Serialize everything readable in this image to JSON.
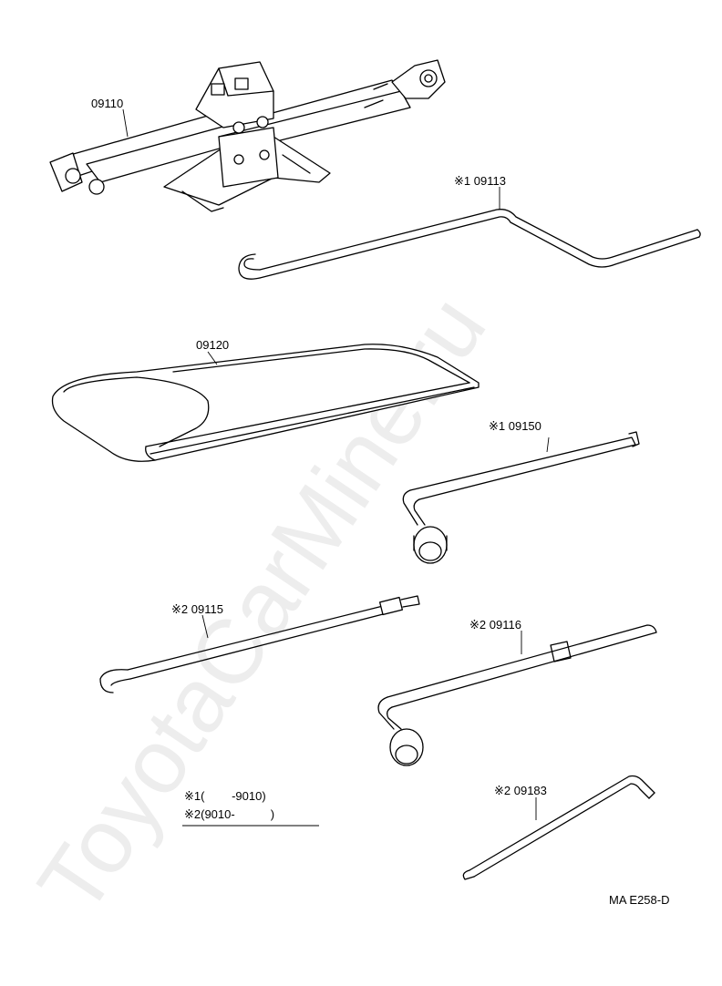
{
  "parts": {
    "jack": {
      "label": "09110"
    },
    "jack_handle": {
      "label": "※1 09113"
    },
    "tool_bag": {
      "label": "09120"
    },
    "wrench_1": {
      "label": "※1 09150"
    },
    "jack_handle_2": {
      "label": "※2 09115"
    },
    "wrench_2": {
      "label": "※2 09116"
    },
    "hub_cap_remover": {
      "label": "※2 09183"
    }
  },
  "legend": {
    "line1": "※1(　　 -9010)",
    "line2": "※2(9010-　　　)"
  },
  "diagram_code": "MA E258-D",
  "watermark": "ToyotaCarMine.ru"
}
